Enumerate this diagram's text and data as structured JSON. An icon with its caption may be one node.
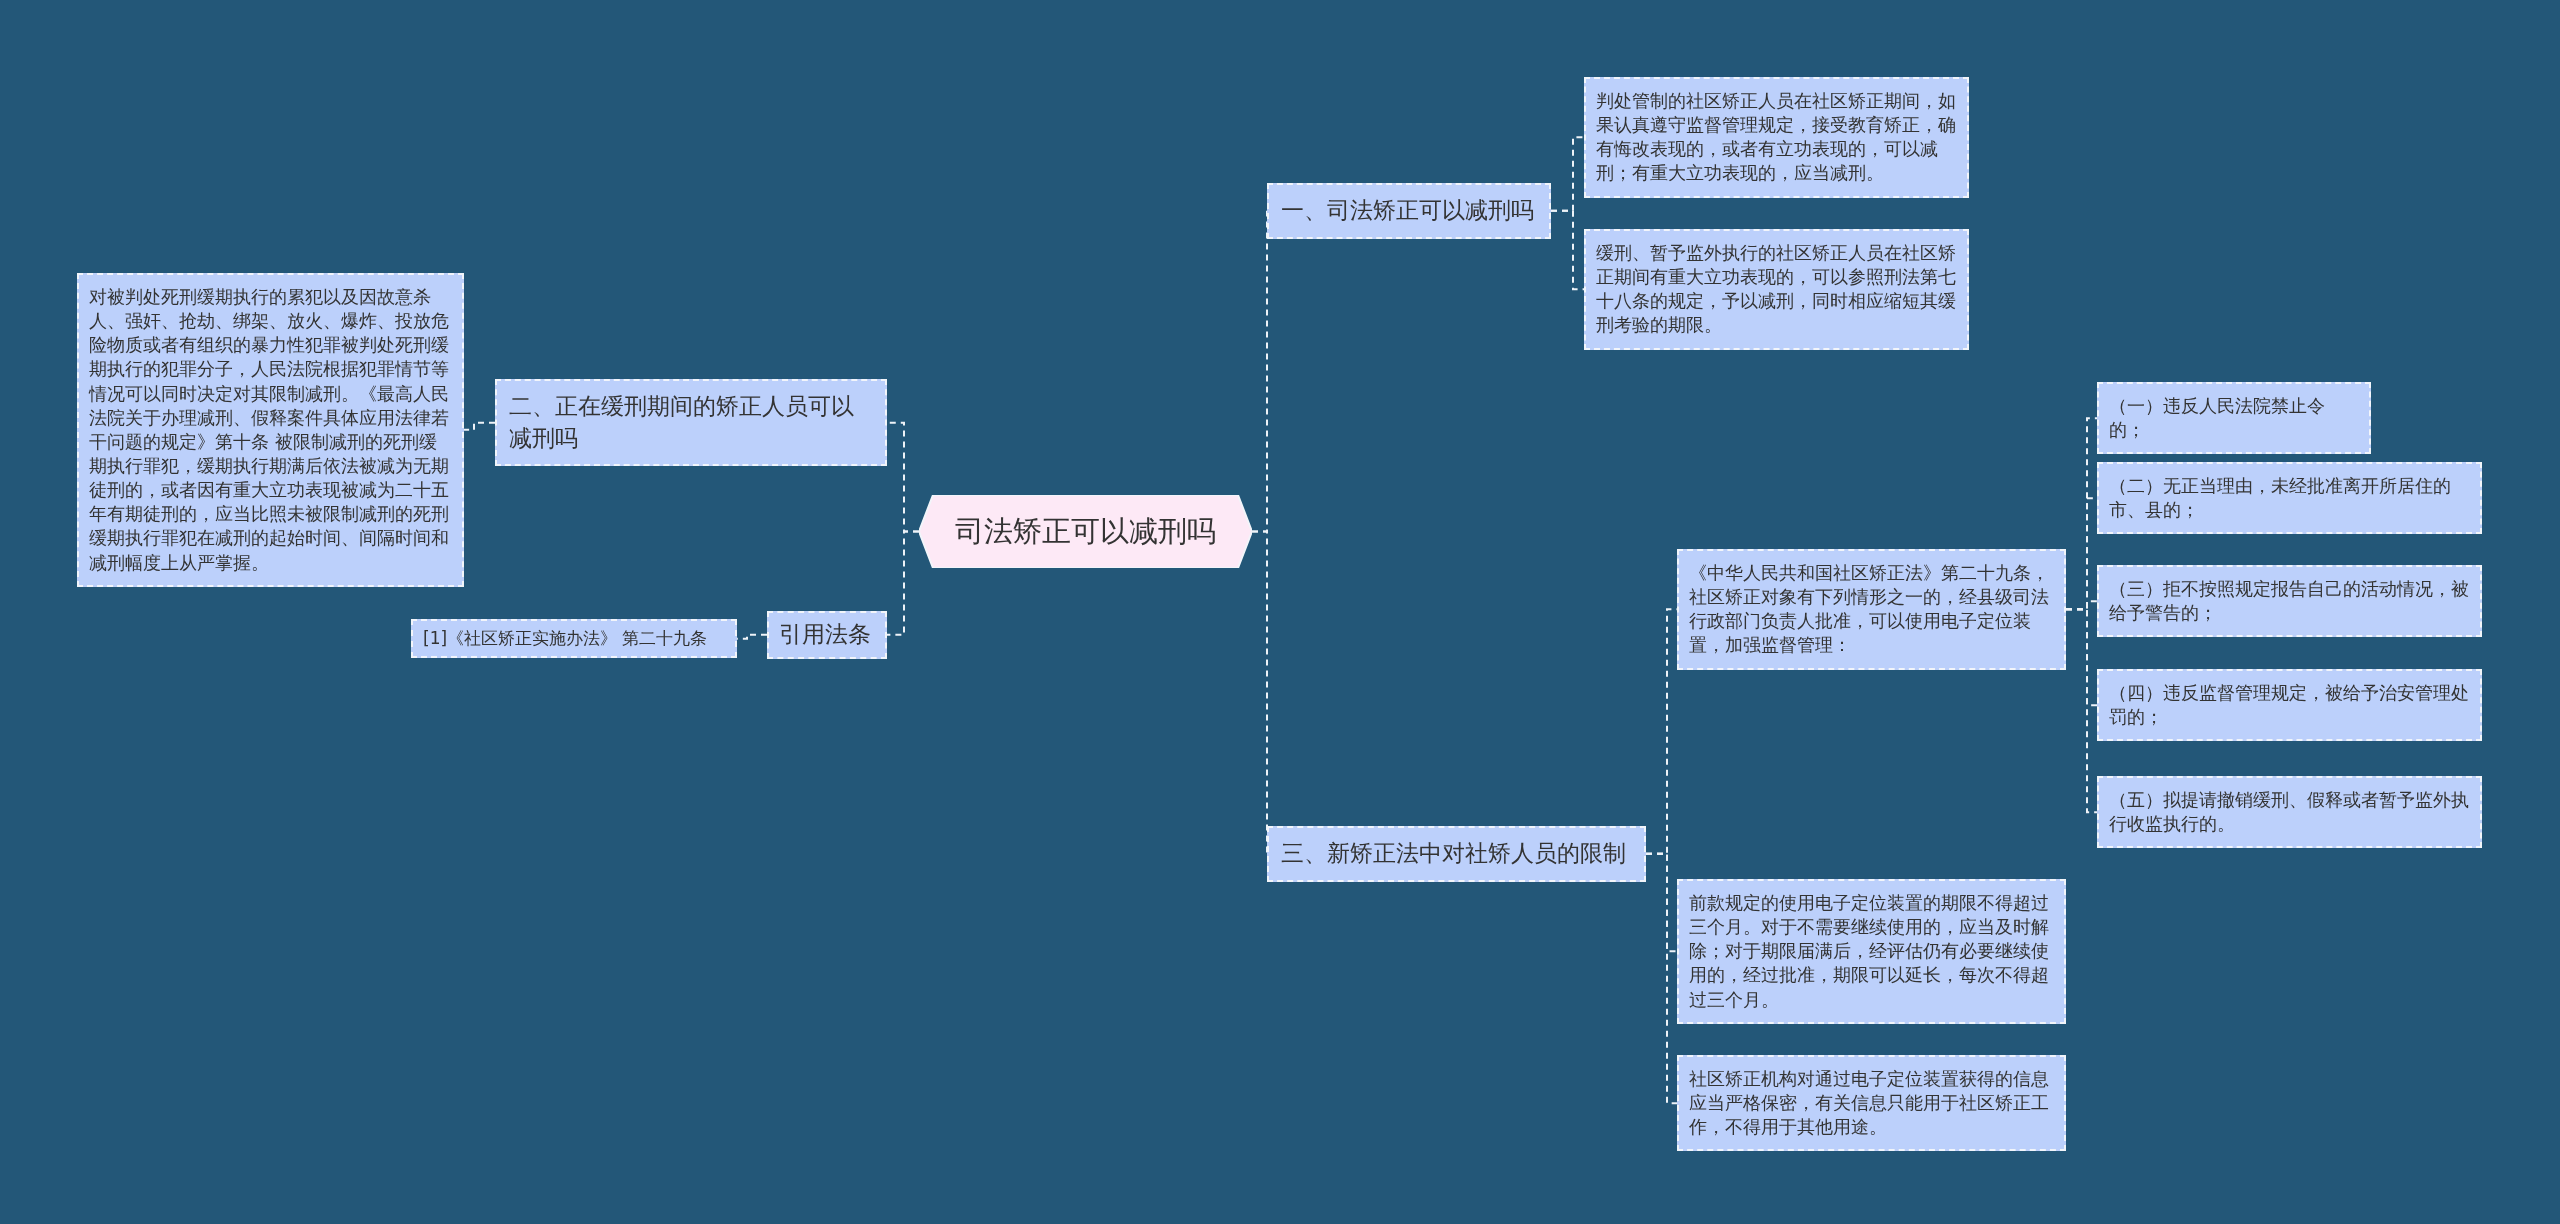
{
  "diagram": {
    "nodes": [
      {
        "text": [
          "司法矫正可以减刑吗"
        ]
      },
      {
        "text": [
          "一、司法矫正可以减刑吗"
        ]
      },
      {
        "text": [
          "判处管制的社区矫正人员在社区矫正期间，如果认真遵守监督管理规定，接受教育矫正，确有悔改表现的，或者有立功表现的，可以减刑；有重大立功表现的，应当减刑。"
        ]
      },
      {
        "text": [
          "缓刑、暂予监外执行的社区矫正人员在社区矫正期间有重大立功表现的，可以参照刑法第七十八条的规定，予以减刑，同时相应缩短其缓刑考验的期限。"
        ]
      },
      {
        "text": [
          "二、正在缓刑期间的矫正人员可以减刑吗"
        ]
      },
      {
        "text": [
          "对被判处死刑缓期执行的累犯以及因故意杀人、强奸、抢劫、绑架、放火、爆炸、投放危险物质或者有组织的暴力性犯罪被判处死刑缓期执行的犯罪分子，人民法院根据犯罪情节等情况可以同时决定对其限制减刑。《最高人民法院关于办理减刑、假释案件具体应用法律若干问题的规定》第十条 被限制减刑的死刑缓期执行罪犯，缓期执行期满后依法被减为无期徒刑的，或者因有重大立功表现被减为二十五年有期徒刑的，应当比照未被限制减刑的死刑缓期执行罪犯在减刑的起始时间、间隔时间和减刑幅度上从严掌握。"
        ]
      },
      {
        "text": [
          "三、新矫正法中对社矫人员的限制"
        ]
      },
      {
        "text": [
          "《中华人民共和国社区矫正法》第二十九条，社区矫正对象有下列情形之一的，经县级司法行政部门负责人批准，可以使用电子定位装置，加强监督管理："
        ]
      },
      {
        "text": [
          "（一）违反人民法院禁止令的；"
        ]
      },
      {
        "text": [
          "（二）无正当理由，未经批准离开所居住的市、县的；"
        ]
      },
      {
        "text": [
          "（三）拒不按照规定报告自己的活动情况，被给予警告的；"
        ]
      },
      {
        "text": [
          "（四）违反监督管理规定，被给予治安管理处罚的；"
        ]
      },
      {
        "text": [
          "（五）拟提请撤销缓刑、假释或者暂予监外执行收监执行的。"
        ]
      },
      {
        "text": [
          "前款规定的使用电子定位装置的期限不得超过三个月。对于不需要继续使用的，应当及时解除；对于期限届满后，经评估仍有必要继续使用的，经过批准，期限可以延长，每次不得超过三个月。"
        ]
      },
      {
        "text": [
          "社区矫正机构对通过电子定位装置获得的信息应当严格保密，有关信息只能用于社区矫正工作，不得用于其他用途。"
        ]
      },
      {
        "text": [
          "引用法条"
        ]
      },
      {
        "text": [
          "[1]《社区矫正实施办法》 第二十九条"
        ]
      }
    ],
    "edges": [
      {
        "from": 0,
        "to": 1,
        "arrow": "none"
      },
      {
        "from": 1,
        "to": 2,
        "arrow": "none"
      },
      {
        "from": 1,
        "to": 3,
        "arrow": "none"
      },
      {
        "from": 0,
        "to": 4,
        "arrow": "none"
      },
      {
        "from": 4,
        "to": 5,
        "arrow": "none"
      },
      {
        "from": 0,
        "to": 6,
        "arrow": "none"
      },
      {
        "from": 6,
        "to": 7,
        "arrow": "none"
      },
      {
        "from": 7,
        "to": 8,
        "arrow": "none"
      },
      {
        "from": 7,
        "to": 9,
        "arrow": "none"
      },
      {
        "from": 7,
        "to": 10,
        "arrow": "none"
      },
      {
        "from": 7,
        "to": 11,
        "arrow": "none"
      },
      {
        "from": 7,
        "to": 12,
        "arrow": "none"
      },
      {
        "from": 6,
        "to": 13,
        "arrow": "none"
      },
      {
        "from": 6,
        "to": 14,
        "arrow": "none"
      },
      {
        "from": 0,
        "to": 15,
        "arrow": "none"
      },
      {
        "from": 15,
        "to": 16,
        "arrow": "none"
      }
    ]
  }
}
